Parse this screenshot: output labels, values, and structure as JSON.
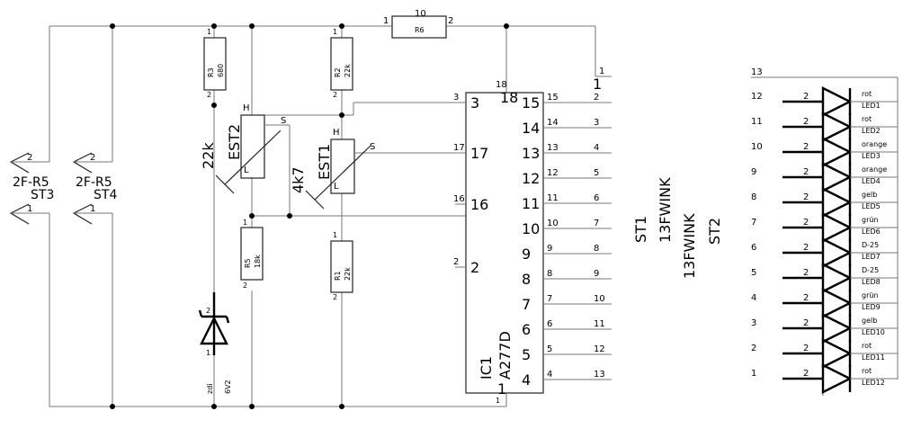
{
  "connectors": {
    "st3": {
      "name": "ST3",
      "value": "2F-R5",
      "pin_top": "2",
      "pin_bottom": "1"
    },
    "st4": {
      "name": "ST4",
      "value": "2F-R5",
      "pin_top": "2",
      "pin_bottom": "1"
    }
  },
  "resistors": {
    "r3": {
      "name": "R3",
      "value": "680",
      "pin_top": "1",
      "pin_bottom": "2"
    },
    "r2": {
      "name": "R2",
      "value": "22k",
      "pin_top": "1",
      "pin_bottom": "2"
    },
    "r6": {
      "name": "R6",
      "value": "10",
      "pin_left": "1",
      "pin_right": "2"
    },
    "r5": {
      "name": "R5",
      "value": "18k",
      "pin_top": "1",
      "pin_bottom": "2"
    },
    "r1": {
      "name": "R1",
      "value": "22k",
      "pin_top": "1",
      "pin_bottom": "2"
    }
  },
  "trimmers": {
    "est2": {
      "name": "EST2",
      "value": "22k",
      "h": "H",
      "s": "S",
      "l": "L"
    },
    "est1": {
      "name": "EST1",
      "value": "4k7",
      "h": "H",
      "s": "S",
      "l": "L"
    }
  },
  "zener": {
    "name": "zdi",
    "value": "6V2",
    "pin_top": "2",
    "pin_bottom": "1"
  },
  "ic": {
    "name": "IC1",
    "value": "A277D",
    "left_pins": [
      {
        "num": "3",
        "ext": "3"
      },
      {
        "num": "17",
        "ext": "17"
      },
      {
        "num": "16",
        "ext": "16"
      },
      {
        "num": "2",
        "ext": "2"
      }
    ],
    "top_pin": {
      "num": "18",
      "ext": "18"
    },
    "bottom_pin": {
      "num": "1",
      "ext": "1"
    },
    "right_pins": [
      {
        "num": "15",
        "ext": "15",
        "st1": "2"
      },
      {
        "num": "14",
        "ext": "14",
        "st1": "3"
      },
      {
        "num": "13",
        "ext": "13",
        "st1": "4"
      },
      {
        "num": "12",
        "ext": "12",
        "st1": "5"
      },
      {
        "num": "11",
        "ext": "11",
        "st1": "6"
      },
      {
        "num": "10",
        "ext": "10",
        "st1": "7"
      },
      {
        "num": "9",
        "ext": "9",
        "st1": "8"
      },
      {
        "num": "8",
        "ext": "8",
        "st1": "9"
      },
      {
        "num": "7",
        "ext": "7",
        "st1": "10"
      },
      {
        "num": "6",
        "ext": "6",
        "st1": "11"
      },
      {
        "num": "5",
        "ext": "5",
        "st1": "12"
      },
      {
        "num": "4",
        "ext": "4",
        "st1": "13"
      }
    ]
  },
  "st1_top": {
    "pin_small": "1",
    "pin_big": "1"
  },
  "st1_label": {
    "name": "ST1",
    "value": "13FWINK"
  },
  "st2_label": {
    "name": "ST2",
    "value": "13FWINK"
  },
  "led_pin_2": "2",
  "leds": [
    {
      "st2": "12",
      "color": "rot",
      "name": "LED1"
    },
    {
      "st2": "11",
      "color": "rot",
      "name": "LED2"
    },
    {
      "st2": "10",
      "color": "orange",
      "name": "LED3"
    },
    {
      "st2": "9",
      "color": "orange",
      "name": "LED4"
    },
    {
      "st2": "8",
      "color": "gelb",
      "name": "LED5"
    },
    {
      "st2": "7",
      "color": "grün",
      "name": "LED6"
    },
    {
      "st2": "6",
      "color": "D-25",
      "name": "LED7"
    },
    {
      "st2": "5",
      "color": "D-25",
      "name": "LED8"
    },
    {
      "st2": "4",
      "color": "grün",
      "name": "LED9"
    },
    {
      "st2": "3",
      "color": "gelb",
      "name": "LED10"
    },
    {
      "st2": "2",
      "color": "rot",
      "name": "LED11"
    },
    {
      "st2": "1",
      "color": "rot",
      "name": "LED12"
    }
  ],
  "st2_top_pin": "13"
}
